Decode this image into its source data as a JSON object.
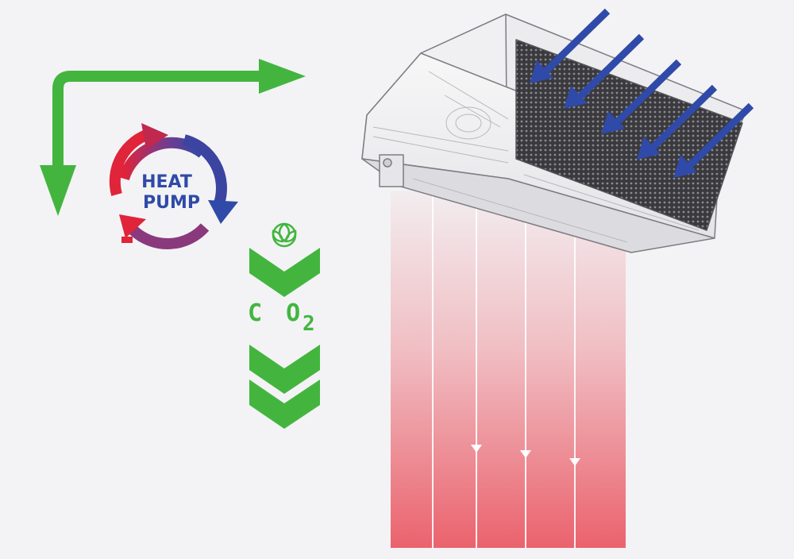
{
  "heat_pump": {
    "line1": "HEAT",
    "line2": "PUMP"
  },
  "co2": {
    "letters": "C O",
    "subscript": "2"
  },
  "icons": {
    "flow_arrow": "green-elbow-arrow-icon",
    "cycle": "heat-pump-cycle-icon",
    "eco": "leaf-eco-icon",
    "reduction": "down-chevron-icon",
    "intake": "blue-intake-arrow-icon",
    "unit": "air-curtain-unit-icon"
  },
  "colors": {
    "background": "#f3f3f5",
    "green": "#43b53f",
    "blue": "#2f4aa8",
    "red": "#e0243a",
    "purple": "#7a3a8a",
    "warm_air": "#ea5b66"
  }
}
